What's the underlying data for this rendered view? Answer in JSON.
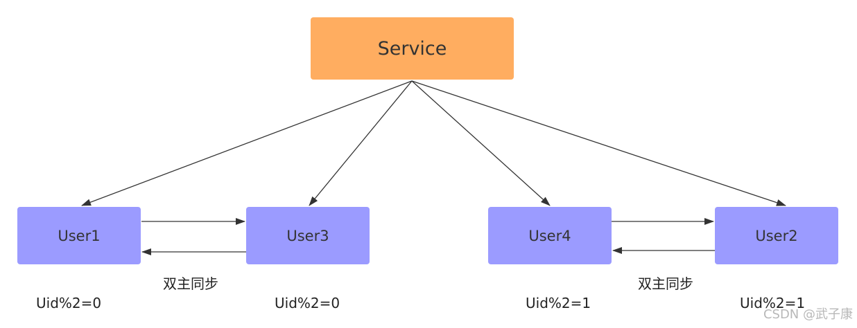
{
  "diagram": {
    "service": {
      "label": "Service",
      "color": "#ffad60"
    },
    "users": [
      {
        "id": "user1",
        "label": "User1",
        "rule": "Uid%2=0"
      },
      {
        "id": "user3",
        "label": "User3",
        "rule": "Uid%2=0"
      },
      {
        "id": "user4",
        "label": "User4",
        "rule": "Uid%2=1"
      },
      {
        "id": "user2",
        "label": "User2",
        "rule": "Uid%2=1"
      }
    ],
    "user_color": "#9b9bff",
    "sync_labels": [
      "双主同步",
      "双主同步"
    ],
    "edges": [
      {
        "from": "service",
        "to": "user1"
      },
      {
        "from": "service",
        "to": "user3"
      },
      {
        "from": "service",
        "to": "user4"
      },
      {
        "from": "service",
        "to": "user2"
      },
      {
        "from": "user1",
        "to": "user3"
      },
      {
        "from": "user3",
        "to": "user1"
      },
      {
        "from": "user4",
        "to": "user2"
      },
      {
        "from": "user2",
        "to": "user4"
      }
    ]
  },
  "watermark": "CSDN @武子康"
}
